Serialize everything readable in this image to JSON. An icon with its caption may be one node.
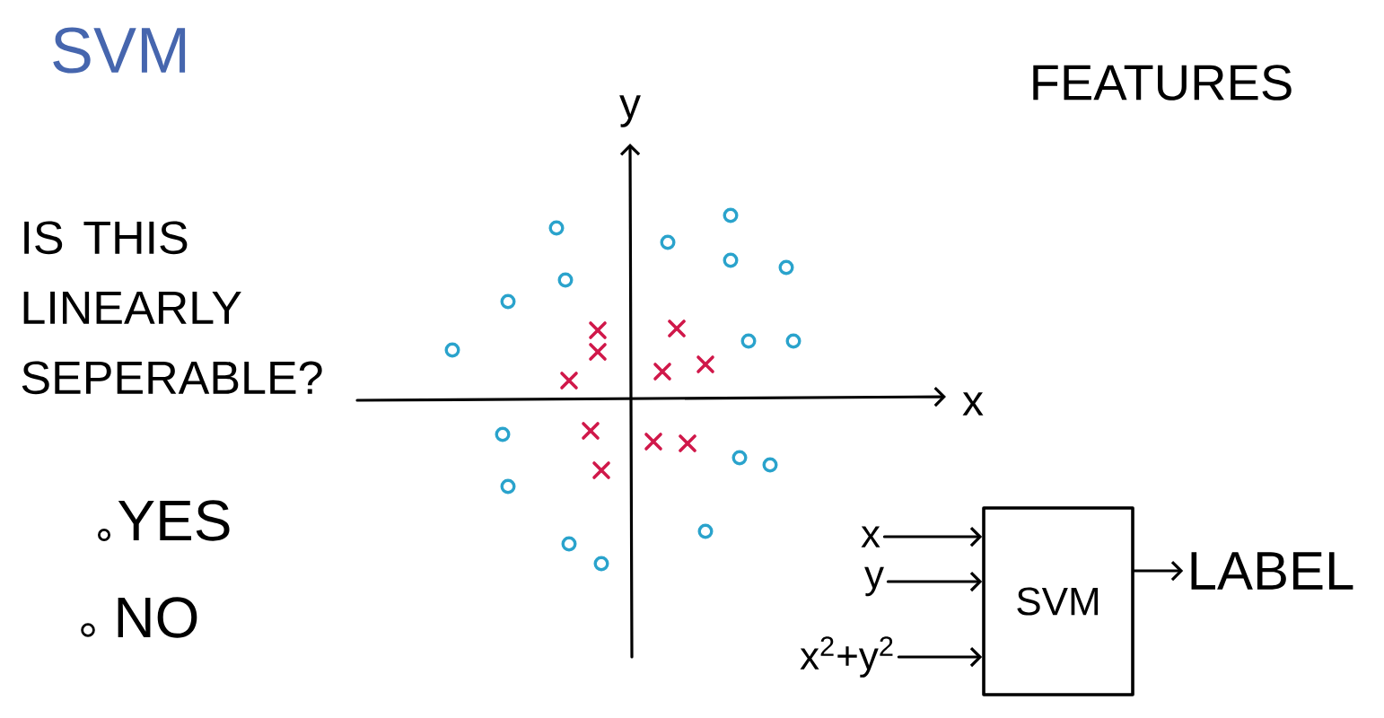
{
  "diagram": {
    "title": "SVM",
    "nodes": [
      {
        "text": [
          "x"
        ]
      },
      {
        "text": [
          "y"
        ]
      },
      {
        "text": [
          "x$^{2}$+y$^{2}$"
        ]
      },
      {
        "text": [
          "SVM"
        ]
      },
      {
        "text": [
          "LABEL"
        ]
      }
    ],
    "edges": [
      {
        "from": 0,
        "to": 3,
        "arrow": "to"
      },
      {
        "from": 1,
        "to": 3,
        "arrow": "to"
      },
      {
        "from": 2,
        "to": 3,
        "arrow": "to"
      },
      {
        "from": 3,
        "to": 4,
        "arrow": "to"
      }
    ],
    "labels": [
      "FEATURES",
      "y",
      "IS THIS LINEARLY SEPERABLE?",
      "x",
      "YES",
      "NO"
    ]
  }
}
